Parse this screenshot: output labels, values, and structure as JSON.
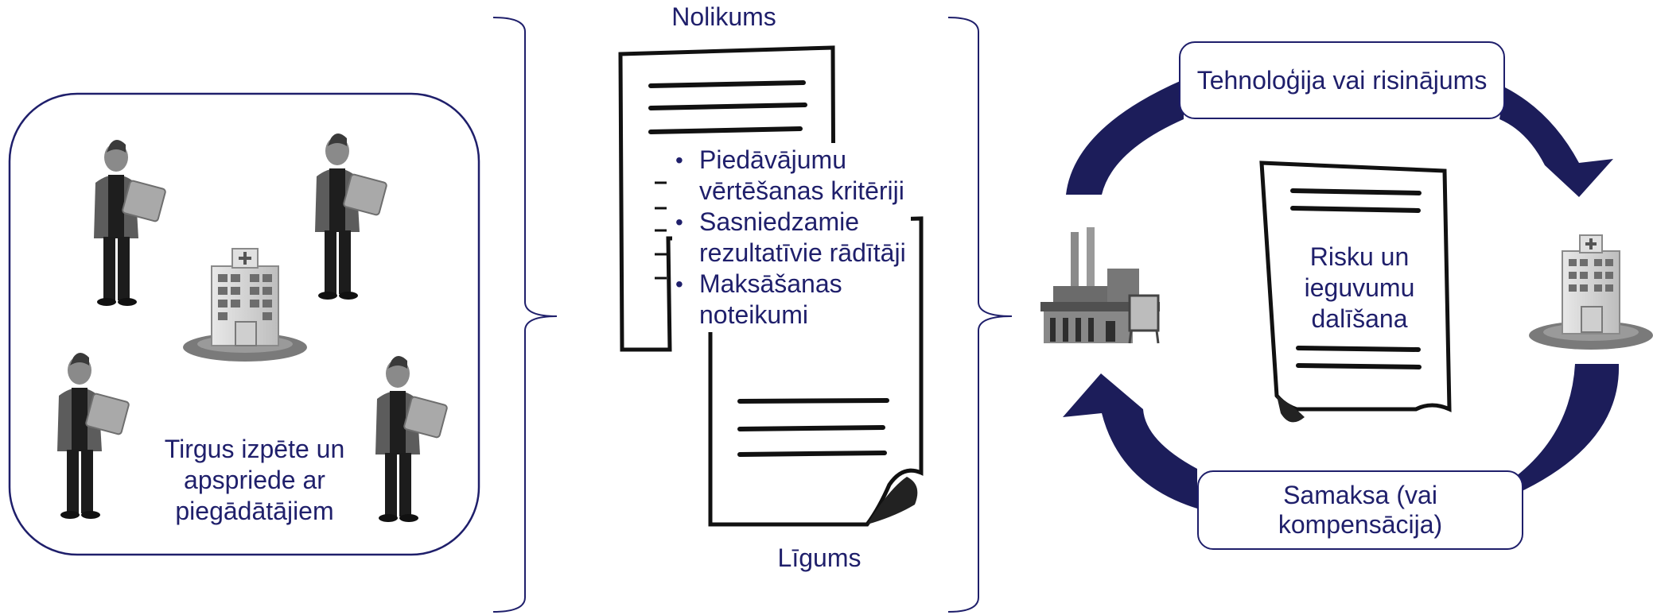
{
  "market_panel": {
    "caption": "Tirgus izpēte un apspriede ar piegādātājiem"
  },
  "documents": {
    "nolikums_label": "Nolikums",
    "ligums_label": "Līgums",
    "criteria": [
      "Piedāvājumu vērtēšanas kritēriji",
      "Sasniedzamie rezultatīvie rādītāji",
      "Maksāšanas noteikumi"
    ]
  },
  "cycle": {
    "top_label": "Tehnoloģija vai risinājums",
    "bottom_label": "Samaksa (vai kompensācija)",
    "center_text": "Risku un ieguvumu dalīšana"
  },
  "colors": {
    "navy": "#1f1f6b",
    "arrow": "#1c1d5a"
  }
}
